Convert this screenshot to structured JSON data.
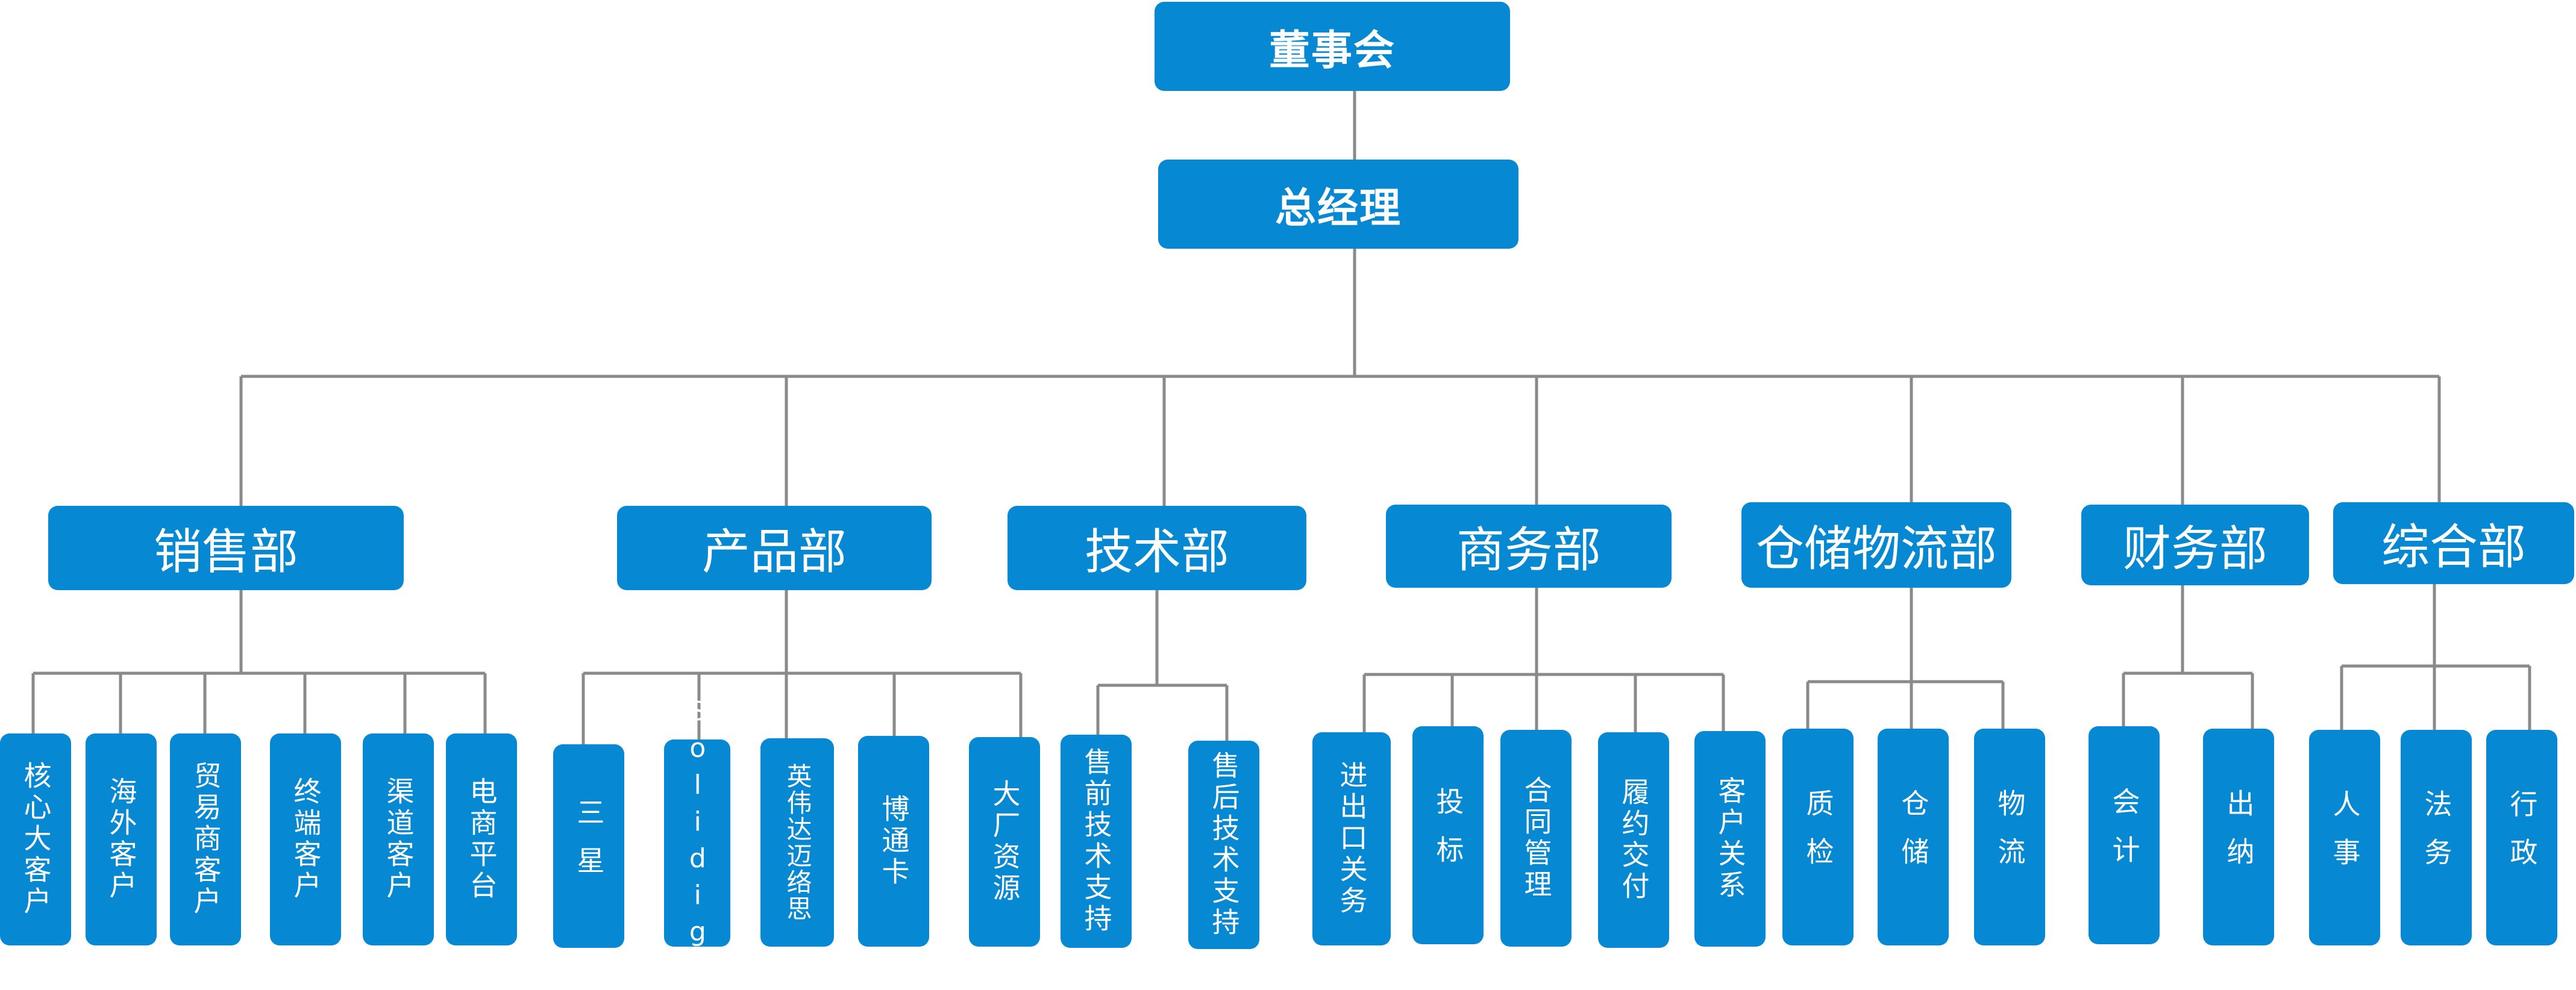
{
  "chart": {
    "board": "董事会",
    "gm": "总经理",
    "departments": [
      {
        "name": "销售部",
        "children": [
          "核心大客户",
          "海外客户",
          "贸易商客户",
          "终端客户",
          "渠道客户",
          "电商平台"
        ]
      },
      {
        "name": "产品部",
        "children": [
          "三星",
          "Solidigm",
          "英伟达迈络思",
          "博通卡",
          "大厂资源"
        ]
      },
      {
        "name": "技术部",
        "children": [
          "售前技术支持",
          "售后技术支持"
        ]
      },
      {
        "name": "商务部",
        "children": [
          "进出口关务",
          "投标",
          "合同管理",
          "履约交付",
          "客户关系"
        ]
      },
      {
        "name": "仓储物流部",
        "children": [
          "质检",
          "仓储",
          "物流"
        ]
      },
      {
        "name": "财务部",
        "children": [
          "会计",
          "出纳"
        ]
      },
      {
        "name": "综合部",
        "children": [
          "人事",
          "法务",
          "行政"
        ]
      }
    ]
  },
  "colors": {
    "box": "#0788D3",
    "line": "#8A8A8A",
    "text": "#FFFFFF"
  }
}
